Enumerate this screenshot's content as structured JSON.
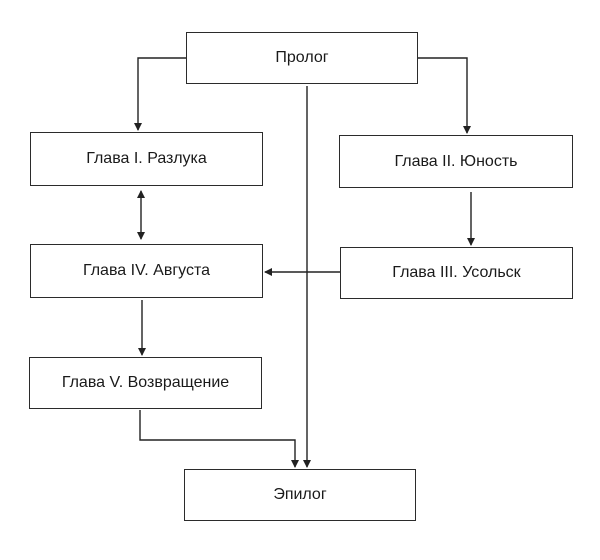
{
  "nodes": {
    "prolog": "Пролог",
    "ch1": "Глава I. Разлука",
    "ch2": "Глава II. Юность",
    "ch3": "Глава III. Усольск",
    "ch4": "Глава IV. Августа",
    "ch5": "Глава V. Возвращение",
    "epilog": "Эпилог"
  },
  "edges": [
    {
      "from": "prolog",
      "to": "ch1"
    },
    {
      "from": "prolog",
      "to": "ch2"
    },
    {
      "from": "prolog",
      "to": "epilog"
    },
    {
      "from": "ch1",
      "to": "ch4",
      "bidirectional": true
    },
    {
      "from": "ch2",
      "to": "ch3"
    },
    {
      "from": "ch3",
      "to": "ch4"
    },
    {
      "from": "ch4",
      "to": "ch5"
    },
    {
      "from": "ch5",
      "to": "epilog"
    }
  ]
}
